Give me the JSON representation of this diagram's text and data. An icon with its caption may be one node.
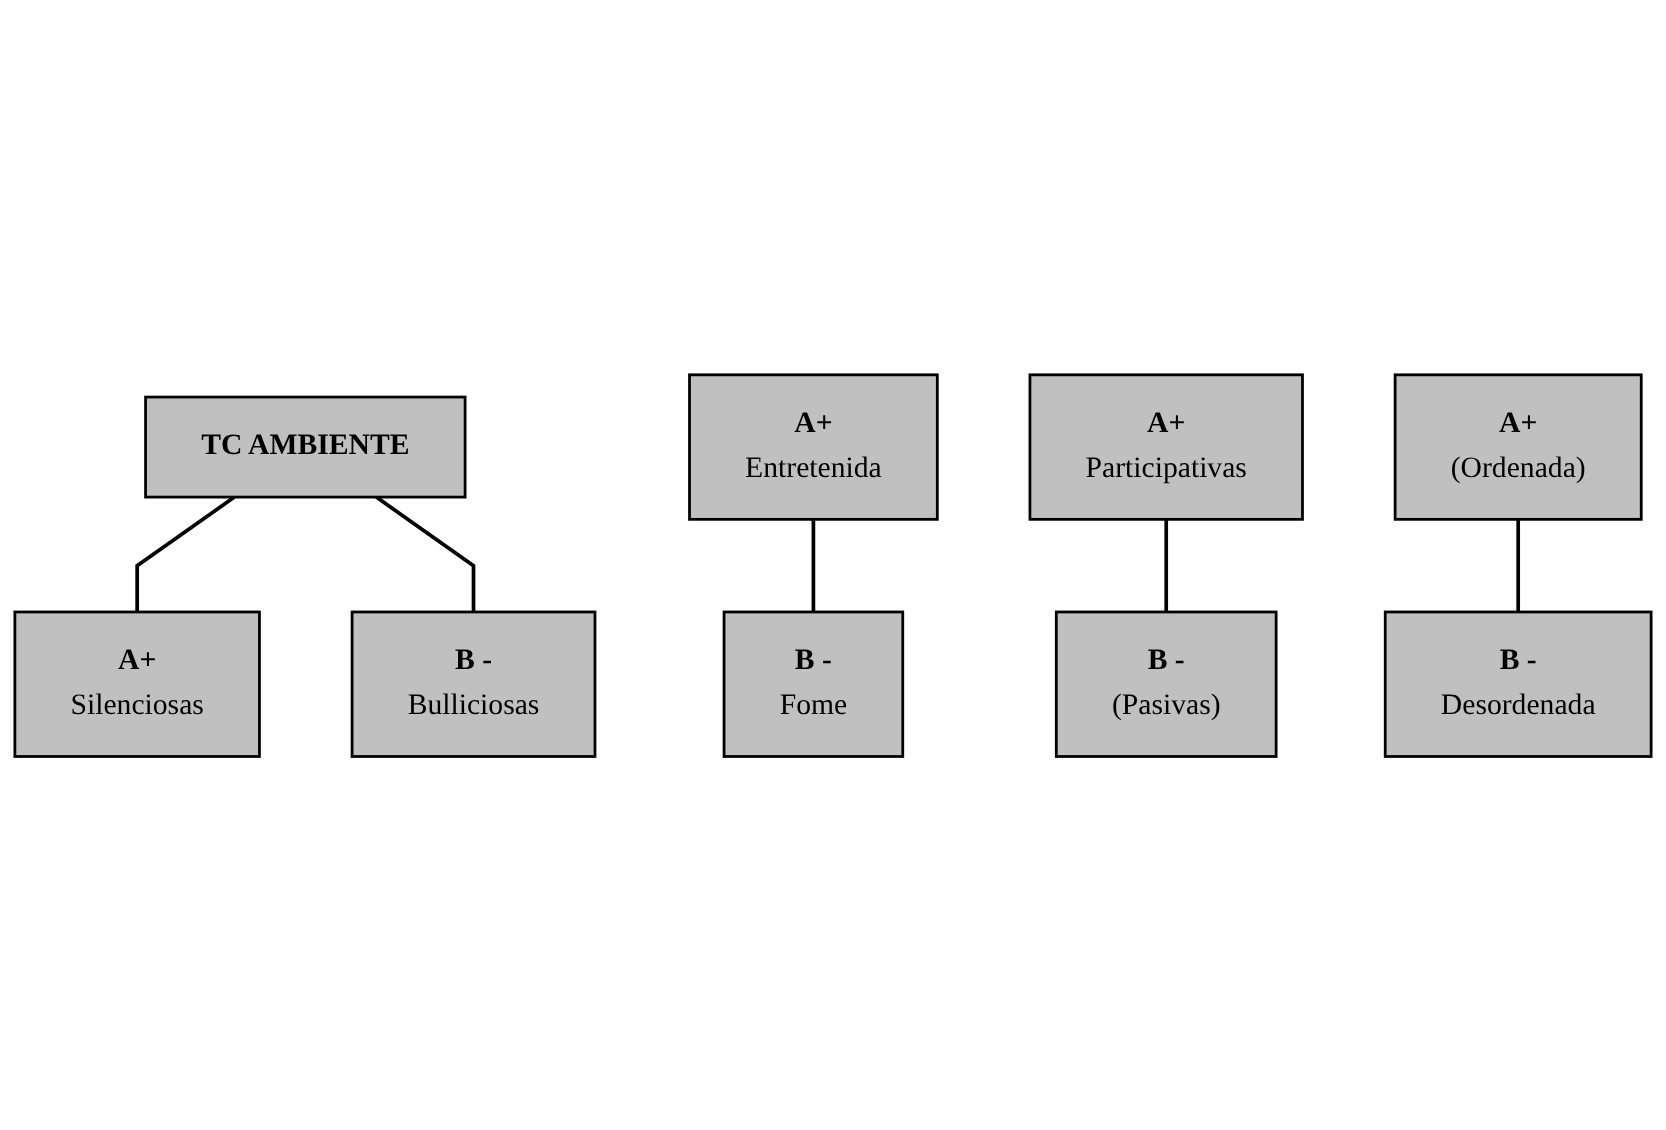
{
  "diagram": {
    "nodes": [
      {
        "text": [
          "TC AMBIENTE"
        ]
      },
      {
        "text": [
          "A+",
          "Silenciosas"
        ]
      },
      {
        "text": [
          "B -",
          "Bulliciosas"
        ]
      },
      {
        "text": [
          "A+",
          "Entretenida"
        ]
      },
      {
        "text": [
          "B -",
          "Fome"
        ]
      },
      {
        "text": [
          "A+",
          "Participativas"
        ]
      },
      {
        "text": [
          "B -",
          "(Pasivas)"
        ]
      },
      {
        "text": [
          "A+",
          "(Ordenada)"
        ]
      },
      {
        "text": [
          "B -",
          "Desordenada"
        ]
      }
    ],
    "edges": [
      {
        "from": 0,
        "to": 1,
        "arrow": "none"
      },
      {
        "from": 0,
        "to": 2,
        "arrow": "none"
      },
      {
        "from": 3,
        "to": 4,
        "arrow": "none"
      },
      {
        "from": 5,
        "to": 6,
        "arrow": "none"
      },
      {
        "from": 7,
        "to": 8,
        "arrow": "none"
      }
    ]
  }
}
